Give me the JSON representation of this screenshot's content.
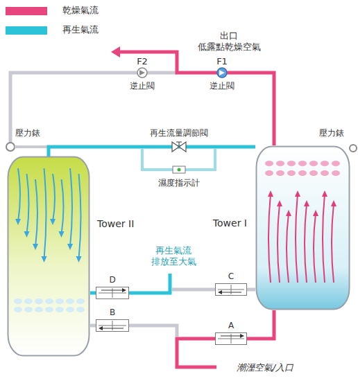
{
  "diagram": {
    "nodes": [
      {
        "text": [
          "Tower II"
        ]
      },
      {
        "text": [
          "Tower I"
        ]
      },
      {
        "text": [
          "D"
        ]
      },
      {
        "text": [
          "C"
        ]
      },
      {
        "text": [
          "B"
        ]
      },
      {
        "text": [
          "A"
        ]
      }
    ],
    "edges": [
      {
        "from": 5,
        "to": 1,
        "arrow": "none"
      },
      {
        "from": 3,
        "to": 1,
        "arrow": "none"
      },
      {
        "from": 2,
        "to": 0,
        "arrow": "none"
      },
      {
        "from": 4,
        "to": 0,
        "arrow": "none"
      }
    ],
    "labels": [
      "出口 低露點乾燥空氣",
      "F2",
      "逆止閥",
      "F1",
      "逆止閥",
      "壓力錶",
      "再生流量調節閥",
      "壓力錶",
      "濕度指示計",
      "再生氣流 排放至大氣",
      "潮溼空氣/入口"
    ],
    "legend": [
      {
        "text": "乾燥氣流",
        "color": "#e8457e"
      },
      {
        "text": "再生氣流",
        "color": "#2cc3d8"
      }
    ]
  }
}
